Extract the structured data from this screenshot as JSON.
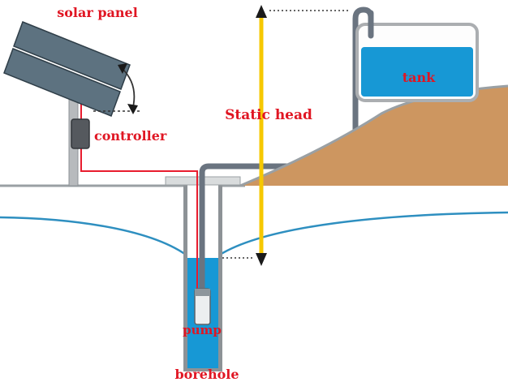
{
  "diagram": {
    "type": "solar-water-pumping-schematic",
    "labels": {
      "solar_panel": "solar panel",
      "controller": "controller",
      "static_head": "Static head",
      "tank": "tank",
      "pump": "pump",
      "borehole": "borehole"
    },
    "colors": {
      "label_red": "#e01623",
      "water_blue": "#1798d5",
      "water_line": "#2e8fc0",
      "hill_tan": "#cd9660",
      "panel_blue": "#5d7280",
      "panel_edge": "#2f3e48",
      "pipe_gray": "#6a7480",
      "arrow_yellow": "#f6c800",
      "arrowhead_black": "#1a1a1a",
      "wire_red": "#e81c2e",
      "pole_gray": "#b7babd",
      "controller_gray": "#55595e",
      "ground_line": "#9aa0a4",
      "tank_border": "#abaeb1",
      "casing_gray": "#8d9296",
      "dotted_line": "#333333"
    }
  }
}
